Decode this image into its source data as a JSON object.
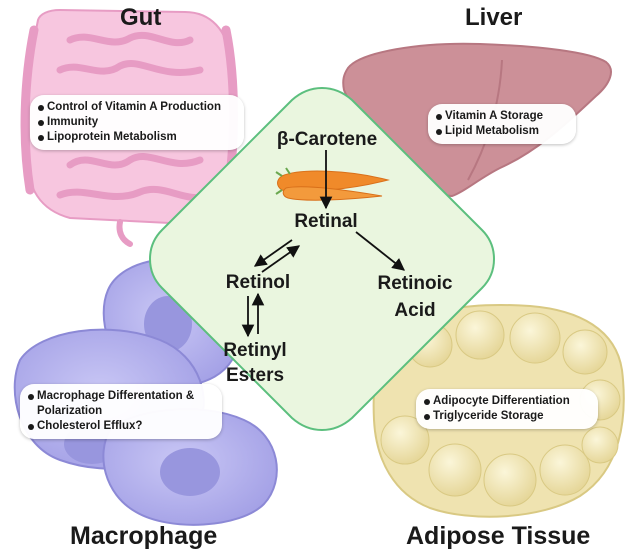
{
  "organs": {
    "gut": {
      "title": "Gut",
      "items": [
        "Control of Vitamin A Production",
        "Immunity",
        "Lipoprotein Metabolism"
      ]
    },
    "liver": {
      "title": "Liver",
      "items": [
        "Vitamin A Storage",
        "Lipid Metabolism"
      ]
    },
    "macrophage": {
      "title": "Macrophage",
      "items": [
        "Macrophage Differentation & Polarization",
        "Cholesterol Efflux?"
      ]
    },
    "adipose": {
      "title": "Adipose Tissue",
      "items": [
        "Adipocyte Differentiation",
        "Triglyceride Storage"
      ]
    }
  },
  "pathway": {
    "beta_carotene": "β-Carotene",
    "retinal": "Retinal",
    "retinol": "Retinol",
    "retinoic_acid_line1": "Retinoic",
    "retinoic_acid_line2": "Acid",
    "retinyl_esters_line1": "Retinyl",
    "retinyl_esters_line2": "Esters"
  },
  "colors": {
    "center_fill": "#eaf6df",
    "center_stroke": "#5cbf7e",
    "gut": "#f2b3d4",
    "liver": "#c98b94",
    "macrophage": "#a9a7ea",
    "adipose": "#f1e6b4",
    "carrot": "#f08a2a"
  },
  "icons": [
    "intestine-illustration",
    "liver-illustration",
    "macrophage-illustration",
    "adipocyte-illustration",
    "carrot-illustration"
  ]
}
